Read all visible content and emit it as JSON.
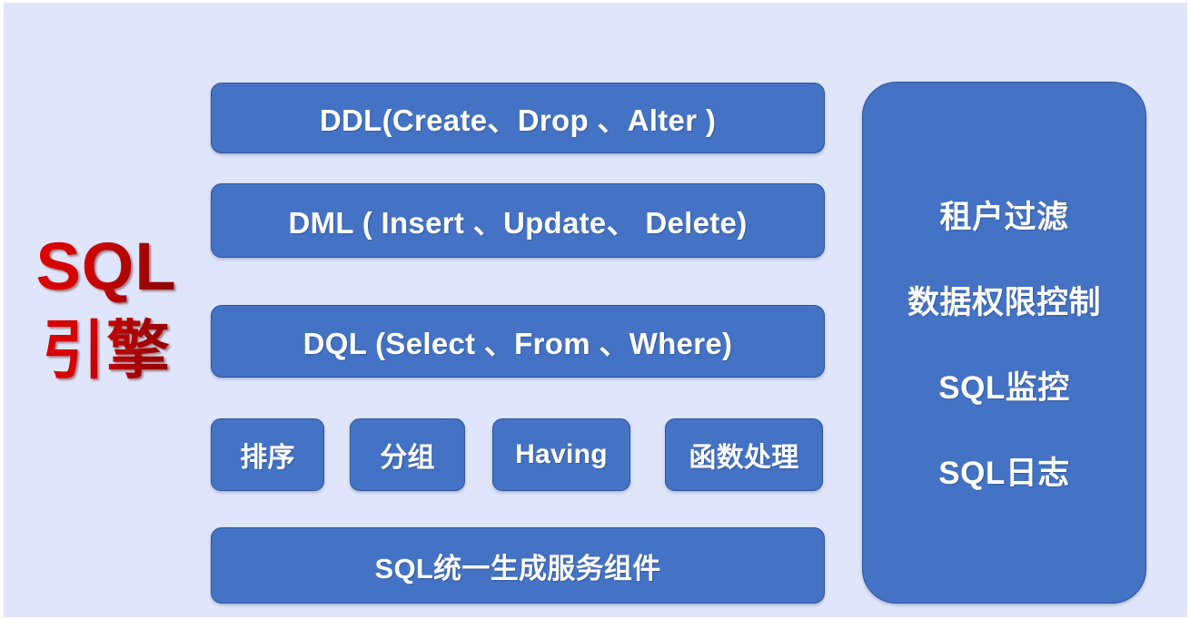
{
  "slide": {
    "background_color": "#dfe5fa",
    "frame_color": "#ffffff",
    "box_fill_color": "#4472c4",
    "box_border_color": "#2f5597",
    "accent_text_color": "#c00000"
  },
  "engine_label": {
    "line1": "SQL",
    "line2": "引擎"
  },
  "sql_layers": [
    {
      "id": "ddl",
      "label": "DDL(Create、Drop 、Alter )"
    },
    {
      "id": "dml",
      "label": "DML ( Insert 、Update、 Delete)"
    },
    {
      "id": "dql",
      "label": "DQL  (Select 、From 、Where)"
    }
  ],
  "clause_chips": [
    {
      "id": "order-by",
      "label": "排序"
    },
    {
      "id": "group-by",
      "label": "分组"
    },
    {
      "id": "having",
      "label": "Having"
    },
    {
      "id": "function",
      "label": "函数处理"
    }
  ],
  "bottom_component": {
    "label": "SQL统一生成服务组件"
  },
  "side_panel": {
    "items": [
      {
        "id": "tenant-filter",
        "label": "租户过滤"
      },
      {
        "id": "data-permission",
        "label": "数据权限控制"
      },
      {
        "id": "sql-monitor",
        "label": "SQL监控"
      },
      {
        "id": "sql-log",
        "label": "SQL日志"
      }
    ]
  }
}
